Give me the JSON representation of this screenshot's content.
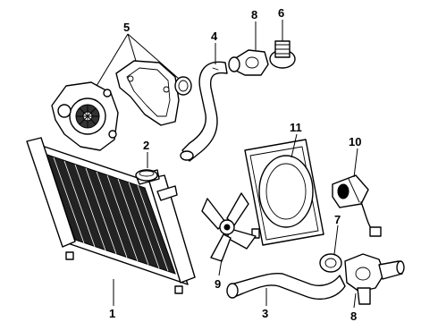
{
  "callouts": [
    {
      "id": "1",
      "label": "1"
    },
    {
      "id": "2",
      "label": "2"
    },
    {
      "id": "3",
      "label": "3"
    },
    {
      "id": "4",
      "label": "4"
    },
    {
      "id": "5",
      "label": "5"
    },
    {
      "id": "6",
      "label": "6"
    },
    {
      "id": "7",
      "label": "7"
    },
    {
      "id": "8a",
      "label": "8"
    },
    {
      "id": "8b",
      "label": "8"
    },
    {
      "id": "9",
      "label": "9"
    },
    {
      "id": "10",
      "label": "10"
    },
    {
      "id": "11",
      "label": "11"
    }
  ],
  "colors": {
    "ink": "#000000",
    "paper": "#ffffff"
  }
}
